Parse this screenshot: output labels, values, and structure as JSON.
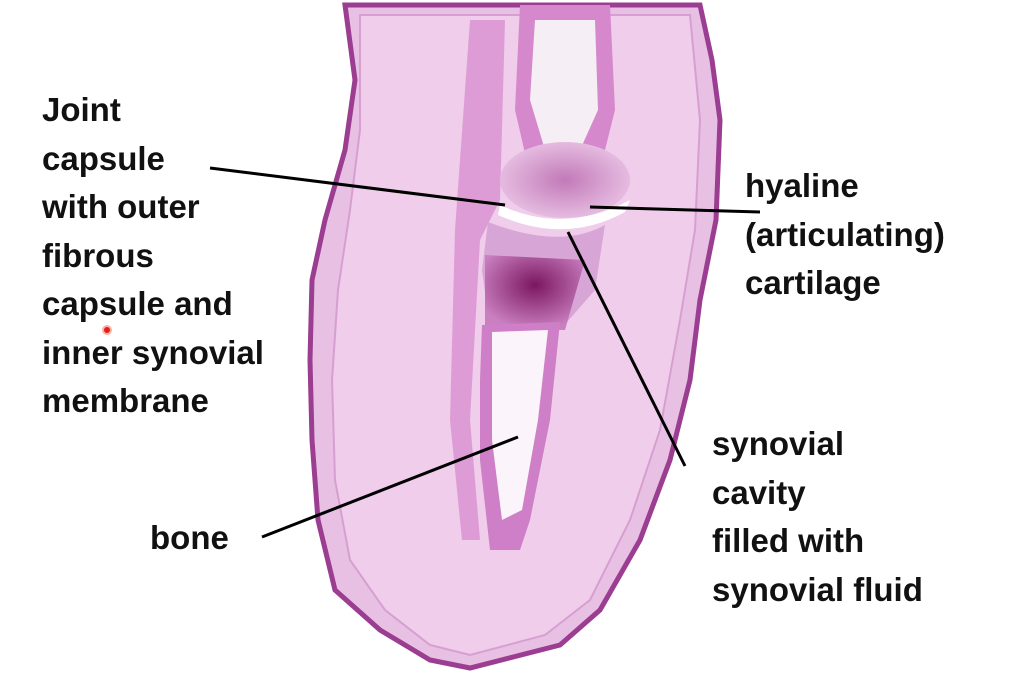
{
  "labels": {
    "joint_capsule": [
      "Joint",
      "capsule",
      "with outer",
      "fibrous",
      "capsule and",
      "inner synovial",
      "membrane"
    ],
    "hyaline": [
      "hyaline",
      "(articulating)",
      "cartilage"
    ],
    "synovial_cavity": [
      "synovial",
      "cavity",
      "filled with",
      "synovial fluid"
    ],
    "bone": [
      "bone"
    ]
  },
  "colors": {
    "tissue": "#e8c0e4",
    "tissue_edge": "#9b3d90",
    "growth_plate": "#8a1f6e",
    "cartilage": "#d9a8d8",
    "pointer": "#e02020"
  }
}
